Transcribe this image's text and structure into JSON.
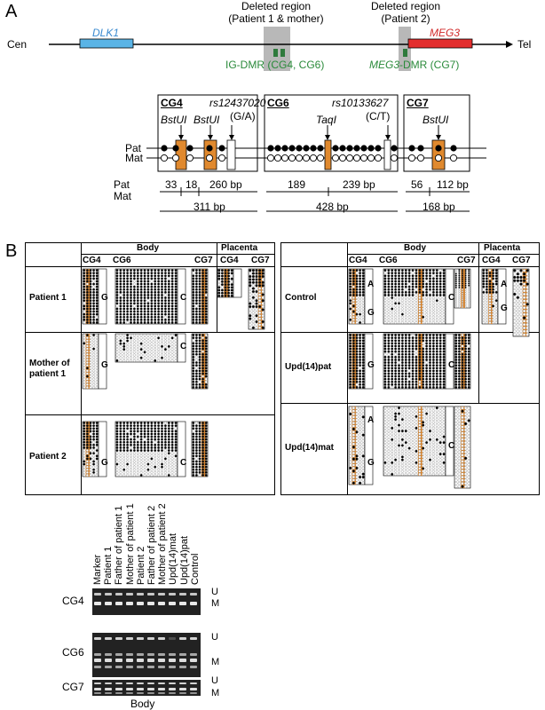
{
  "panel_a": {
    "label": "A",
    "chromosome": {
      "left": "Cen",
      "right": "Tel"
    },
    "genes": {
      "dlk1": "DLK1",
      "meg3": "MEG3"
    },
    "deleted1": {
      "line1": "Deleted region",
      "line2": "(Patient 1 & mother)"
    },
    "deleted2": {
      "line1": "Deleted region",
      "line2": "(Patient 2)"
    },
    "ig_dmr": "IG-DMR (CG4, CG6)",
    "meg3_dmr_a": "MEG3",
    "meg3_dmr_b": "-DMR (CG7)",
    "boxes": {
      "cg4": "CG4",
      "cg6": "CG6",
      "cg7": "CG7",
      "bstui": "BstUI",
      "taqi": "TaqI",
      "snp1": "rs12437020",
      "snp1_alleles": "(G/A)",
      "snp2": "rs10133627",
      "snp2_alleles": "(C/T)"
    },
    "rows": {
      "pat": "Pat",
      "mat": "Mat"
    },
    "fragments": {
      "pat_cg4": [
        "33",
        "18",
        "260 bp"
      ],
      "pat_cg6": [
        "189",
        "239 bp"
      ],
      "pat_cg7": [
        "56",
        "112 bp"
      ],
      "mat_cg4": "311 bp",
      "mat_cg6": "428 bp",
      "mat_cg7": "168 bp"
    }
  },
  "panel_b": {
    "label": "B",
    "left_table": {
      "headers": {
        "body": "Body",
        "placenta": "Placenta"
      },
      "sub": [
        "CG4",
        "CG6",
        "CG7",
        "CG4",
        "CG7"
      ],
      "rows": [
        "Patient 1",
        "Mother of patient 1",
        "Patient 2"
      ]
    },
    "right_table": {
      "headers": {
        "body": "Body",
        "placenta": "Placenta"
      },
      "sub": [
        "CG4",
        "CG6",
        "CG7",
        "CG4",
        "CG7"
      ],
      "rows": [
        "Control",
        "Upd(14)pat",
        "Upd(14)mat"
      ]
    },
    "allele_letters": {
      "g": "G",
      "a": "A",
      "c": "C"
    }
  },
  "gel": {
    "lanes": [
      "Marker",
      "Patient 1",
      "Father of patient 1",
      "Mother of patient 1",
      "Patient 2",
      "Father of patient 2",
      "Mother of patient 2",
      "Upd(14)mat",
      "Upd(14)pat",
      "Control"
    ],
    "rows": [
      "CG4",
      "CG6",
      "CG7"
    ],
    "marks": {
      "u": "U",
      "m": "M"
    },
    "footer": "Body"
  }
}
